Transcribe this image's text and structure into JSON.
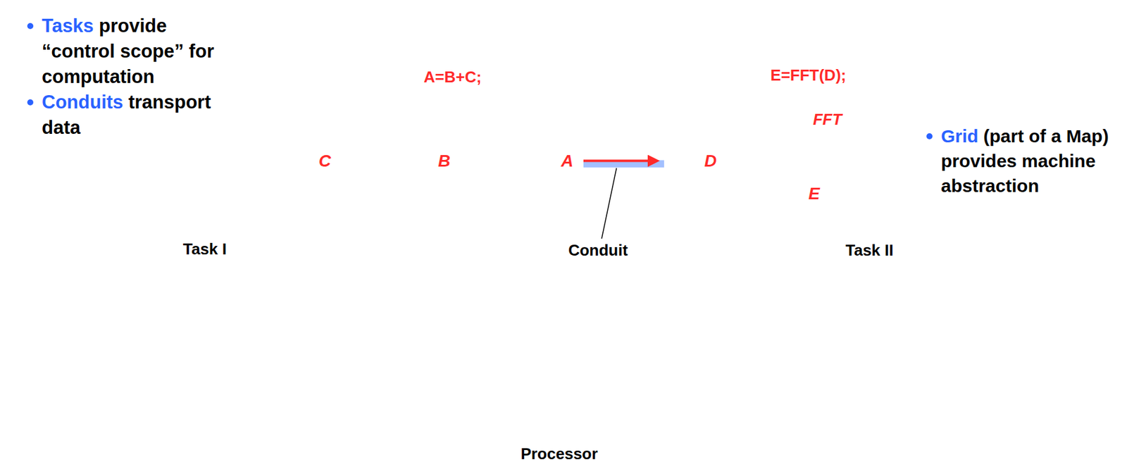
{
  "diagram": {
    "nodes": [
      {
        "text": [
          "Tasks provide “control scope” for computation",
          "Conduits transport data"
        ]
      },
      {
        "text": [
          "A=B+C;",
          "Task I"
        ]
      },
      {
        "text": [
          "C"
        ],
        "in": 1
      },
      {
        "text": [
          "B"
        ],
        "in": 1
      },
      {
        "text": [
          "A"
        ],
        "in": 1
      },
      {
        "text": [
          "E=FFT(D);",
          "Task II"
        ]
      },
      {
        "text": [
          "D"
        ],
        "in": 5
      },
      {
        "text": [
          "FFT"
        ],
        "in": 5
      },
      {
        "text": [
          "E"
        ],
        "in": 5
      },
      {
        "text": [
          "Grid (part of a Map) provides machine abstraction"
        ]
      },
      {
        "text": [
          "Processor"
        ]
      }
    ],
    "edges": [
      {
        "from": 4,
        "to": 6,
        "arrow": "to",
        "label": "Conduit"
      }
    ]
  }
}
